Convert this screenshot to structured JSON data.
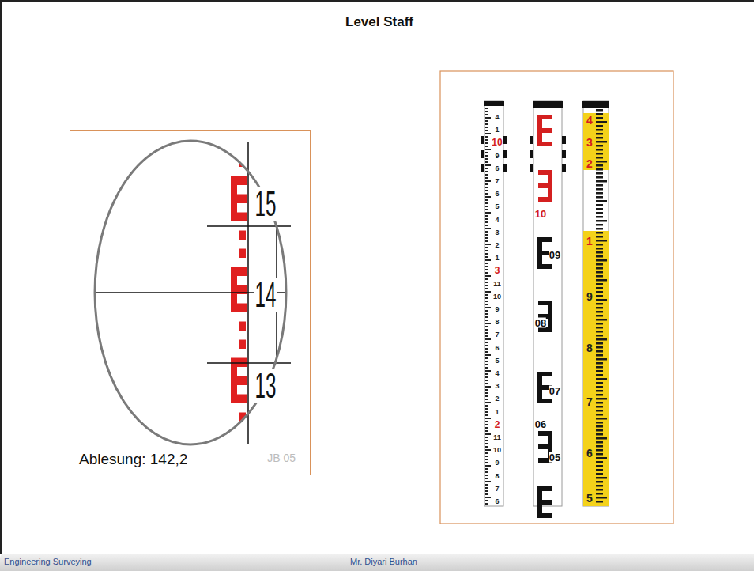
{
  "diagram": {
    "title": "Level Staff",
    "nodes": [
      {
        "text": [
          "Ablesung: 142,2",
          "JB 05"
        ]
      },
      {
        "text": [
          "Engineering Surveying",
          "Mr. Diyari Burhan"
        ]
      }
    ],
    "labels": [
      "15",
      "14",
      "13",
      "10",
      "09",
      "08",
      "07",
      "06",
      "05",
      "4",
      "3",
      "2",
      "1",
      "9",
      "8",
      "7",
      "6",
      "5",
      "4",
      "1",
      "10",
      "9",
      "6",
      "7",
      "6",
      "5",
      "4",
      "3",
      "2",
      "1",
      "3",
      "11",
      "10",
      "9",
      "8",
      "7",
      "6",
      "5",
      "4",
      "3",
      "2",
      "1",
      "2",
      "11",
      "10",
      "9",
      "8",
      "7",
      "6"
    ]
  }
}
